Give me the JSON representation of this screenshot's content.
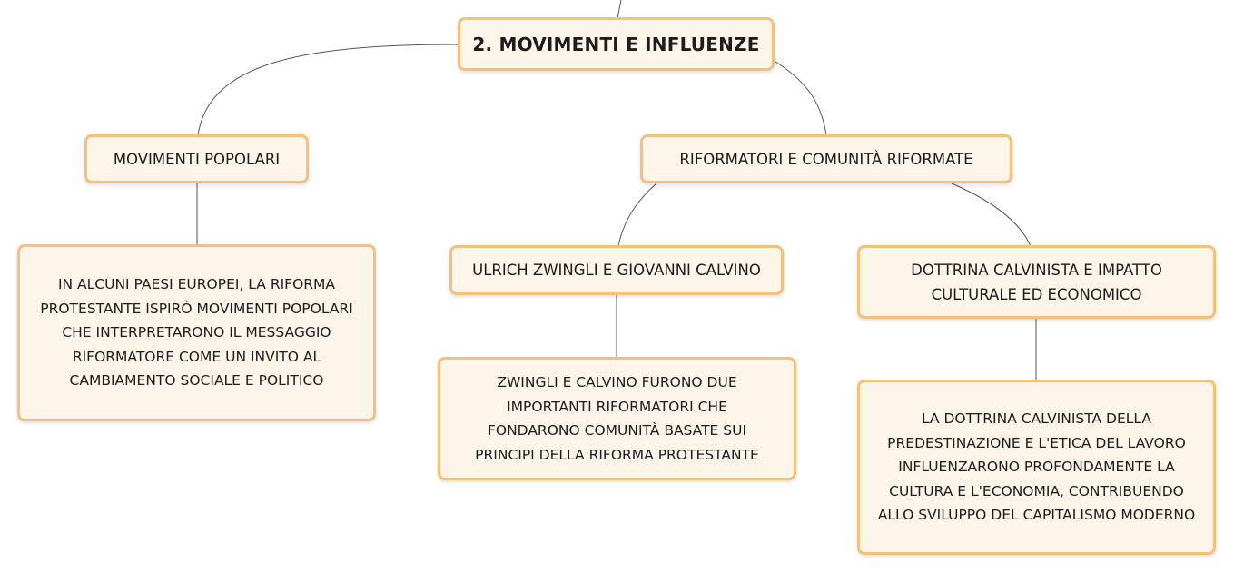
{
  "colors": {
    "node_fill": "#fdf4ea",
    "node_border": "#f5c07a",
    "connector": "#555555",
    "text": "#1c1c1c",
    "background": "#ffffff"
  },
  "root": {
    "label": "2. MOVIMENTI E INFLUENZE"
  },
  "branches": {
    "movimenti_popolari": {
      "label": "MOVIMENTI POPOLARI",
      "detail": "IN ALCUNI PAESI EUROPEI, LA RIFORMA\nPROTESTANTE ISPIRÒ MOVIMENTI POPOLARI\nCHE INTERPRETARONO IL MESSAGGIO\nRIFORMATORE COME UN INVITO AL\nCAMBIAMENTO SOCIALE E POLITICO"
    },
    "riformatori": {
      "label": "RIFORMATORI E COMUNITÀ RIFORMATE",
      "children": {
        "zwingli_calvino": {
          "label": "ULRICH ZWINGLI E GIOVANNI CALVINO",
          "detail": "ZWINGLI E CALVINO FURONO DUE\nIMPORTANTI RIFORMATORI CHE\nFONDARONO COMUNITÀ BASATE SUI\nPRINCIPI DELLA RIFORMA PROTESTANTE"
        },
        "dottrina_calvinista": {
          "label": "DOTTRINA CALVINISTA E IMPATTO\nCULTURALE ED ECONOMICO",
          "detail": "LA DOTTRINA CALVINISTA DELLA\nPREDESTINAZIONE E L'ETICA DEL LAVORO\nINFLUENZARONO PROFONDAMENTE LA\nCULTURA E L'ECONOMIA, CONTRIBUENDO\nALLO SVILUPPO DEL CAPITALISMO MODERNO"
        }
      }
    }
  }
}
